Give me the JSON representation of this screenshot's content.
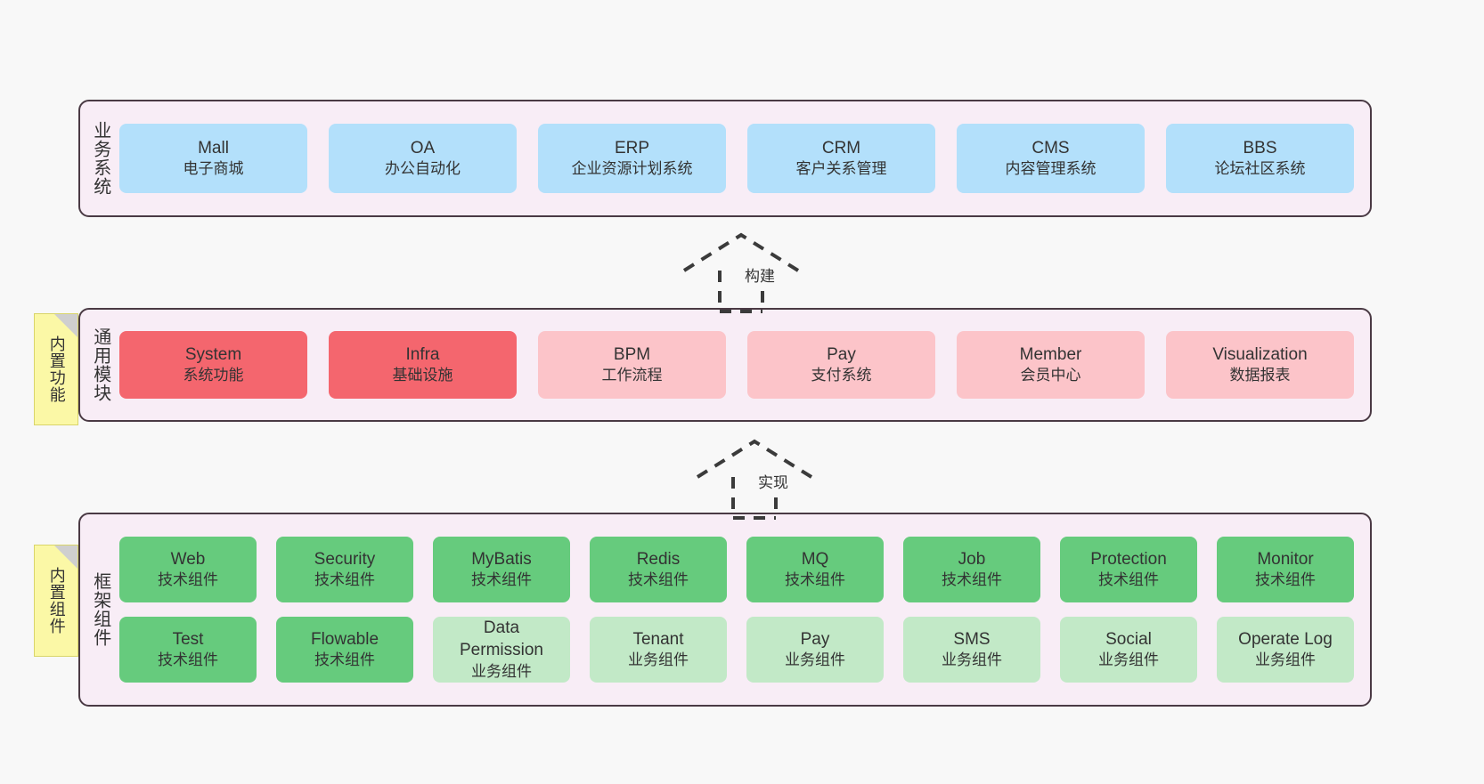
{
  "diagram": {
    "background": "#f8f8f8",
    "band_background": "#f8edf6",
    "band_border": "#4a3a44",
    "colors": {
      "blue": "#b3e0fb",
      "red": "#f4666e",
      "pink": "#fcc4c9",
      "green": "#66cb7d",
      "light_green": "#c2e9c7",
      "tag_yellow": "#fbf8a6"
    }
  },
  "layers": [
    {
      "id": "business-systems",
      "label": "业务系统",
      "cards": [
        {
          "title": "Mall",
          "subtitle": "电子商城",
          "color": "blue"
        },
        {
          "title": "OA",
          "subtitle": "办公自动化",
          "color": "blue"
        },
        {
          "title": "ERP",
          "subtitle": "企业资源计划系统",
          "color": "blue"
        },
        {
          "title": "CRM",
          "subtitle": "客户关系管理",
          "color": "blue"
        },
        {
          "title": "CMS",
          "subtitle": "内容管理系统",
          "color": "blue"
        },
        {
          "title": "BBS",
          "subtitle": "论坛社区系统",
          "color": "blue"
        }
      ]
    },
    {
      "id": "common-modules",
      "label": "通用模块",
      "tag": "内置功能",
      "cards": [
        {
          "title": "System",
          "subtitle": "系统功能",
          "color": "red"
        },
        {
          "title": "Infra",
          "subtitle": "基础设施",
          "color": "red"
        },
        {
          "title": "BPM",
          "subtitle": "工作流程",
          "color": "pink"
        },
        {
          "title": "Pay",
          "subtitle": "支付系统",
          "color": "pink"
        },
        {
          "title": "Member",
          "subtitle": "会员中心",
          "color": "pink"
        },
        {
          "title": "Visualization",
          "subtitle": "数据报表",
          "color": "pink"
        }
      ]
    },
    {
      "id": "framework-components",
      "label": "框架组件",
      "tag": "内置组件",
      "rows": [
        [
          {
            "title": "Web",
            "subtitle": "技术组件",
            "color": "green"
          },
          {
            "title": "Security",
            "subtitle": "技术组件",
            "color": "green"
          },
          {
            "title": "MyBatis",
            "subtitle": "技术组件",
            "color": "green"
          },
          {
            "title": "Redis",
            "subtitle": "技术组件",
            "color": "green"
          },
          {
            "title": "MQ",
            "subtitle": "技术组件",
            "color": "green"
          },
          {
            "title": "Job",
            "subtitle": "技术组件",
            "color": "green"
          },
          {
            "title": "Protection",
            "subtitle": "技术组件",
            "color": "green"
          },
          {
            "title": "Monitor",
            "subtitle": "技术组件",
            "color": "green"
          }
        ],
        [
          {
            "title": "Test",
            "subtitle": "技术组件",
            "color": "green"
          },
          {
            "title": "Flowable",
            "subtitle": "技术组件",
            "color": "green"
          },
          {
            "title": "Data Permission",
            "subtitle": "业务组件",
            "color": "light_green"
          },
          {
            "title": "Tenant",
            "subtitle": "业务组件",
            "color": "light_green"
          },
          {
            "title": "Pay",
            "subtitle": "业务组件",
            "color": "light_green"
          },
          {
            "title": "SMS",
            "subtitle": "业务组件",
            "color": "light_green"
          },
          {
            "title": "Social",
            "subtitle": "业务组件",
            "color": "light_green"
          },
          {
            "title": "Operate Log",
            "subtitle": "业务组件",
            "color": "light_green"
          }
        ]
      ]
    }
  ],
  "connectors": [
    {
      "id": "build",
      "label": "构建"
    },
    {
      "id": "implement",
      "label": "实现"
    }
  ]
}
